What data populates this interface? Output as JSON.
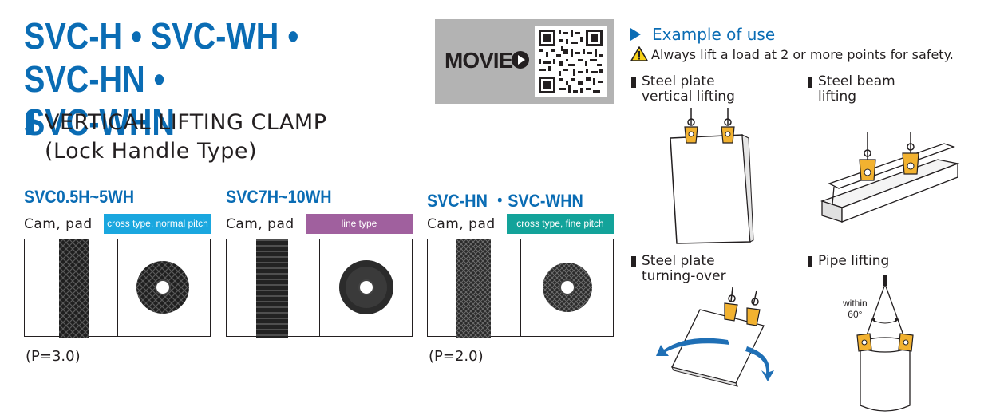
{
  "title": {
    "line1": "SVC-H • SVC-WH • SVC-HN •",
    "line2": "SVC-WHN"
  },
  "subtitle": {
    "line1": "VERTICAL LIFTING CLAMP",
    "line2": "(Lock Handle Type)"
  },
  "movie": {
    "label": "MOVIE",
    "play_icon": "play-circle-icon",
    "qr_icon": "qr-code-icon"
  },
  "products": [
    {
      "name": "SVC0.5H~5WH",
      "cam_label": "Cam, pad",
      "badge": "cross type, normal pitch",
      "badge_color": "#1aa7df",
      "pitch": "(P=3.0)"
    },
    {
      "name": "SVC7H~10WH",
      "cam_label": "Cam, pad",
      "badge": "line type",
      "badge_color": "#a0609e",
      "pitch": ""
    },
    {
      "name": "SVC-HN ・SVC-WHN",
      "cam_label": "Cam, pad",
      "badge": "cross type, fine pitch",
      "badge_color": "#13a39a",
      "pitch": "(P=2.0)"
    }
  ],
  "example": {
    "heading": "Example of use",
    "warning_icon": "warning-icon",
    "warning": "Always lift a load at 2 or more points for safety.",
    "uses": [
      {
        "line1": "Steel plate",
        "line2": "vertical lifting"
      },
      {
        "line1": "Steel beam",
        "line2": "lifting"
      },
      {
        "line1": "Steel plate",
        "line2": "turning-over"
      },
      {
        "line1": "Pipe lifting",
        "line2": ""
      }
    ],
    "angle_line1": "within",
    "angle_line2": "60°"
  },
  "colors": {
    "brand_blue": "#0a6cb4",
    "clamp_yellow": "#f2b230",
    "arrow_blue": "#1f6fb5"
  }
}
